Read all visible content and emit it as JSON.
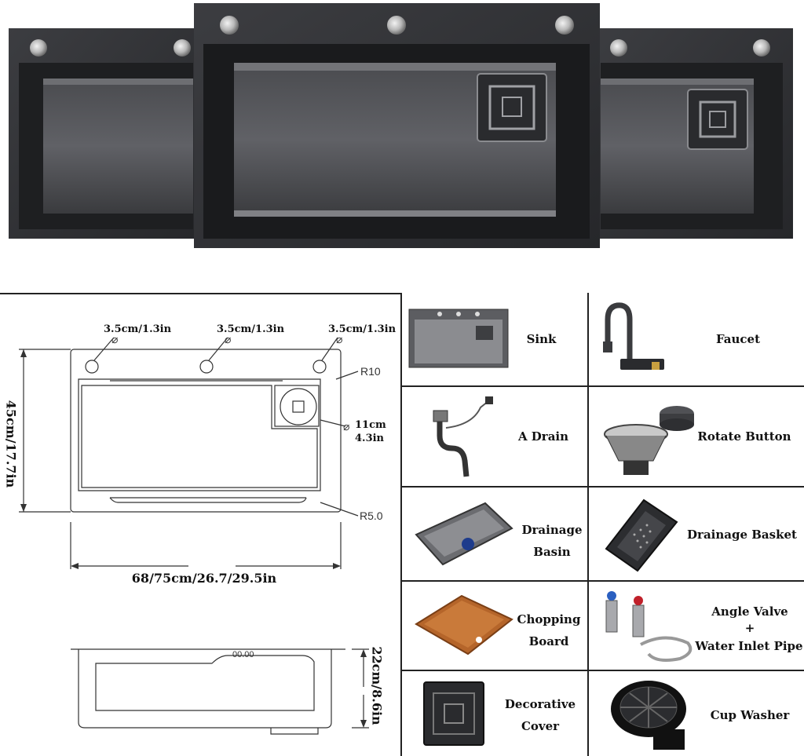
{
  "drawing": {
    "hole_1": "3.5cm/1.3in",
    "hole_2": "3.5cm/1.3in",
    "hole_3": "3.5cm/1.3in",
    "radius_top": "R10",
    "radius_bottom": "R5.0",
    "drain_dia_cm": "11cm",
    "drain_dia_in": "4.3in",
    "depth_label": "45cm/17.7in",
    "width_label": "68/75cm/26.7/29.5in",
    "height_label": "22cm/8.6in",
    "side_mark": "00.00"
  },
  "accessories": [
    {
      "label": "Sink"
    },
    {
      "label": "Faucet"
    },
    {
      "label": "A Drain"
    },
    {
      "label": "Rotate Button"
    },
    {
      "label_line1": "Drainage",
      "label_line2": "Basin"
    },
    {
      "label": "Drainage Basket"
    },
    {
      "label_line1": "Chopping",
      "label_line2": "Board"
    },
    {
      "label_line1": "Angle Valve",
      "label_line2": "+",
      "label_line3": "Water Inlet Pipe"
    },
    {
      "label_line1": "Decorative",
      "label_line2": "Cover"
    },
    {
      "label": "Cup Washer"
    }
  ],
  "colors": {
    "sink_dark": "#2c2d30",
    "sink_mid": "#55575b",
    "sink_light": "#7d7f83",
    "wood": "#b5652a"
  }
}
